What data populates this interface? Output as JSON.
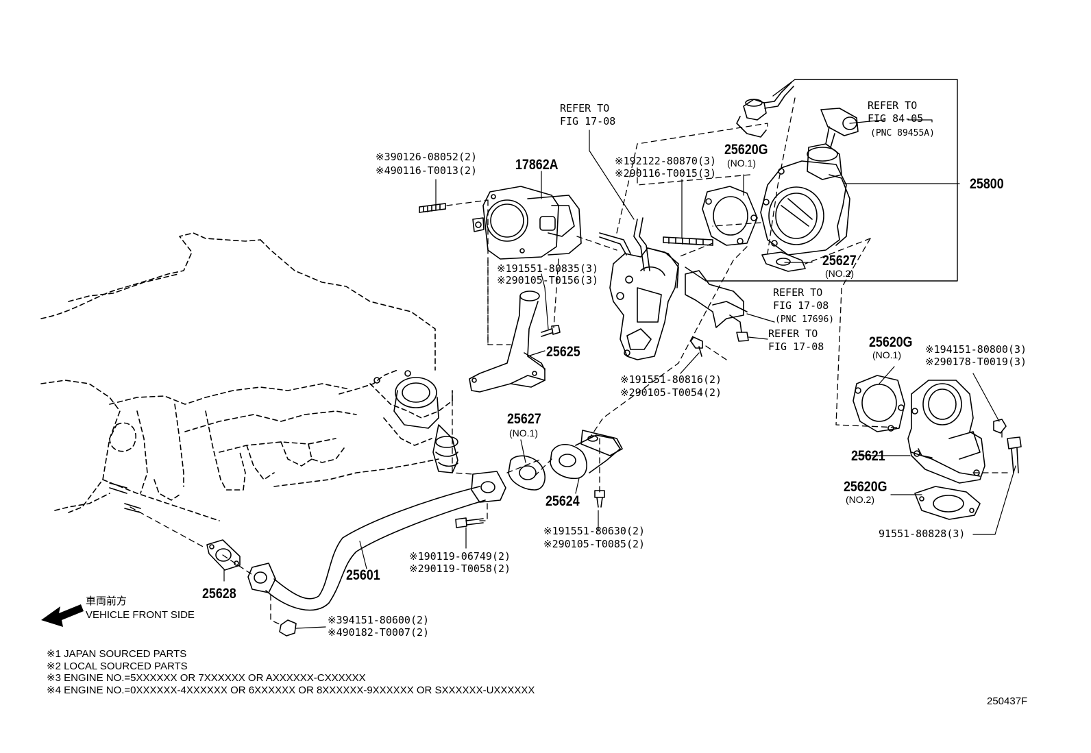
{
  "labels": {
    "p17862A": "17862A",
    "p25800": "25800",
    "p25620G_top": "25620G",
    "p25620G_top_sub": "(NO.1)",
    "p25627_top": "25627",
    "p25627_top_sub": "(NO.2)",
    "p25625": "25625",
    "p25627_mid": "25627",
    "p25627_mid_sub": "(NO.1)",
    "p25624": "25624",
    "p25601": "25601",
    "p25628": "25628",
    "p25620G_r1": "25620G",
    "p25620G_r1_sub": "(NO.1)",
    "p25621": "25621",
    "p25620G_r2": "25620G",
    "p25620G_r2_sub": "(NO.2)"
  },
  "refs": {
    "ref_a_1": "REFER TO",
    "ref_a_2": "FIG 17-08",
    "ref_b_1": "REFER TO",
    "ref_b_2": "FIG 84-05",
    "ref_b_3": "(PNC 89455A)",
    "ref_c_1": "REFER TO",
    "ref_c_2": "FIG 17-08",
    "ref_c_3": "(PNC 17696)",
    "ref_d_1": "REFER TO",
    "ref_d_2": "FIG 17-08"
  },
  "part_numbers": {
    "pn_tl_1": "※390126-08052(2)",
    "pn_tl_2": "※490116-T0013(2)",
    "pn_c1_1": "※192122-80870(3)",
    "pn_c1_2": "※290116-T0015(3)",
    "pn_c2_1": "※191551-80835(3)",
    "pn_c2_2": "※290105-T0156(3)",
    "pn_c3_1": "※191551-80816(2)",
    "pn_c3_2": "※290105-T0054(2)",
    "pn_r1_1": "※194151-80800(3)",
    "pn_r1_2": "※290178-T0019(3)",
    "pn_b1_1": "※191551-80630(2)",
    "pn_b1_2": "※290105-T0085(2)",
    "pn_b2_1": "※190119-06749(2)",
    "pn_b2_2": "※290119-T0058(2)",
    "pn_b3_1": "※394151-80600(2)",
    "pn_b3_2": "※490182-T0007(2)",
    "pn_r2": "91551-80828(3)"
  },
  "direction": {
    "jp": "車両前方",
    "en": "VEHICLE FRONT SIDE"
  },
  "notes": [
    "※1 JAPAN SOURCED PARTS",
    "※2 LOCAL SOURCED PARTS",
    "※3 ENGINE NO.=5XXXXXX OR 7XXXXXX OR AXXXXXX-CXXXXXX",
    "※4 ENGINE NO.=0XXXXXX-4XXXXXX OR 6XXXXXX OR 8XXXXXX-9XXXXXX OR SXXXXXX-UXXXXXX"
  ],
  "illustration_id": "250437F"
}
